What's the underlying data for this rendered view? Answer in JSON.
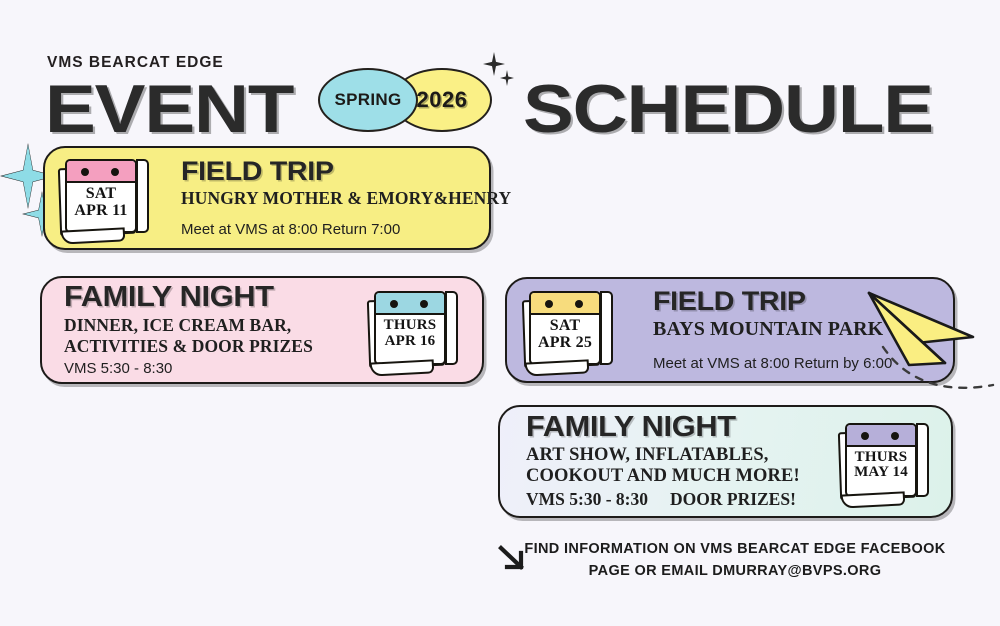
{
  "page": {
    "background_color": "#F7F6FB",
    "ink_color": "#1D1B19"
  },
  "header": {
    "kicker": "VMS BEARCAT EDGE",
    "word_left": "EVENT",
    "word_right": "SCHEDULE",
    "badge_season": "SPRING",
    "badge_year": "2026",
    "badge_season_color": "#9EDFE8",
    "badge_year_color": "#FAF086"
  },
  "events": [
    {
      "id": "field-trip-apr-11",
      "title": "FIELD TRIP",
      "subtitle": "HUNGRY MOTHER & EMORY&HENRY",
      "meta": "Meet at VMS at 8:00 Return 7:00",
      "calendar_day": "SAT",
      "calendar_date": "APR 11",
      "card_color": "#F7EE84",
      "calendar_band_color": "#F49FBF"
    },
    {
      "id": "family-night-apr-16",
      "title": "FAMILY NIGHT",
      "subtitle_line_1": "DINNER, ICE CREAM BAR,",
      "subtitle_line_2": "ACTIVITIES & DOOR PRIZES",
      "meta": "VMS 5:30 - 8:30",
      "calendar_day": "THURS",
      "calendar_date": "APR 16",
      "card_color": "#FADCE6",
      "calendar_band_color": "#9CD7E2"
    },
    {
      "id": "field-trip-apr-25",
      "title": "FIELD TRIP",
      "subtitle": "BAYS MOUNTAIN PARK",
      "meta": "Meet at VMS at 8:00 Return by 6:00",
      "calendar_day": "SAT",
      "calendar_date": "APR 25",
      "card_color": "#BDB8DF",
      "calendar_band_color": "#F7DC7D"
    },
    {
      "id": "family-night-may-14",
      "title": "FAMILY NIGHT",
      "subtitle_line_1": "ART SHOW, INFLATABLES,",
      "subtitle_line_2": "COOKOUT AND MUCH MORE!",
      "meta": "VMS 5:30 - 8:30",
      "meta_extra": "DOOR PRIZES!",
      "calendar_day": "THURS",
      "calendar_date": "MAY 14",
      "card_color_start": "#EFEFFA",
      "card_color_end": "#DCF2EA",
      "calendar_band_color": "#B6AFD9"
    }
  ],
  "footer": {
    "line_1": "FIND INFORMATION ON VMS BEARCAT EDGE FACEBOOK",
    "line_2": "PAGE OR EMAIL DMURRAY@BVPS.ORG",
    "arrow_icon": "arrow-down-right-icon"
  },
  "decorations": {
    "sparkle_color": "#8EDCE6",
    "plane_body_color": "#FAEE82",
    "plane_fold_color": "#F4879B"
  }
}
